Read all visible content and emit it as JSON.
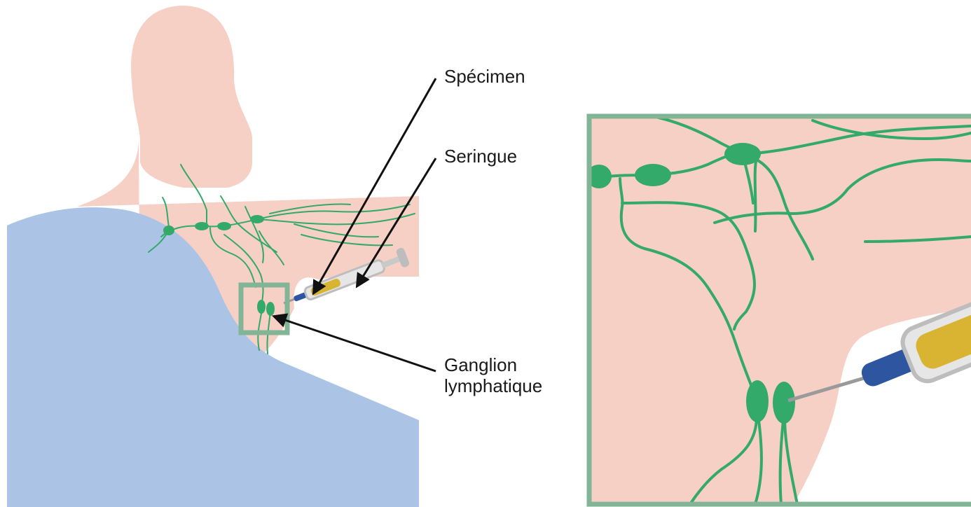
{
  "labels": {
    "specimen": "Spécimen",
    "syringe": "Seringue",
    "lymph_node_line1": "Ganglion",
    "lymph_node_line2": "lymphatique"
  },
  "colors": {
    "skin": "#f7d0c5",
    "shoulder_cloth": "#abc4e6",
    "lymph": "#33a96a",
    "frame": "#82b496",
    "syringe_barrel": "#d9d9d9",
    "specimen_fill": "#d9b433",
    "needle_hub": "#2e55a0",
    "arrow": "#111111"
  },
  "icons": [
    "arrow-icon",
    "syringe-icon",
    "lymph-node-icon",
    "zoom-frame-icon"
  ]
}
